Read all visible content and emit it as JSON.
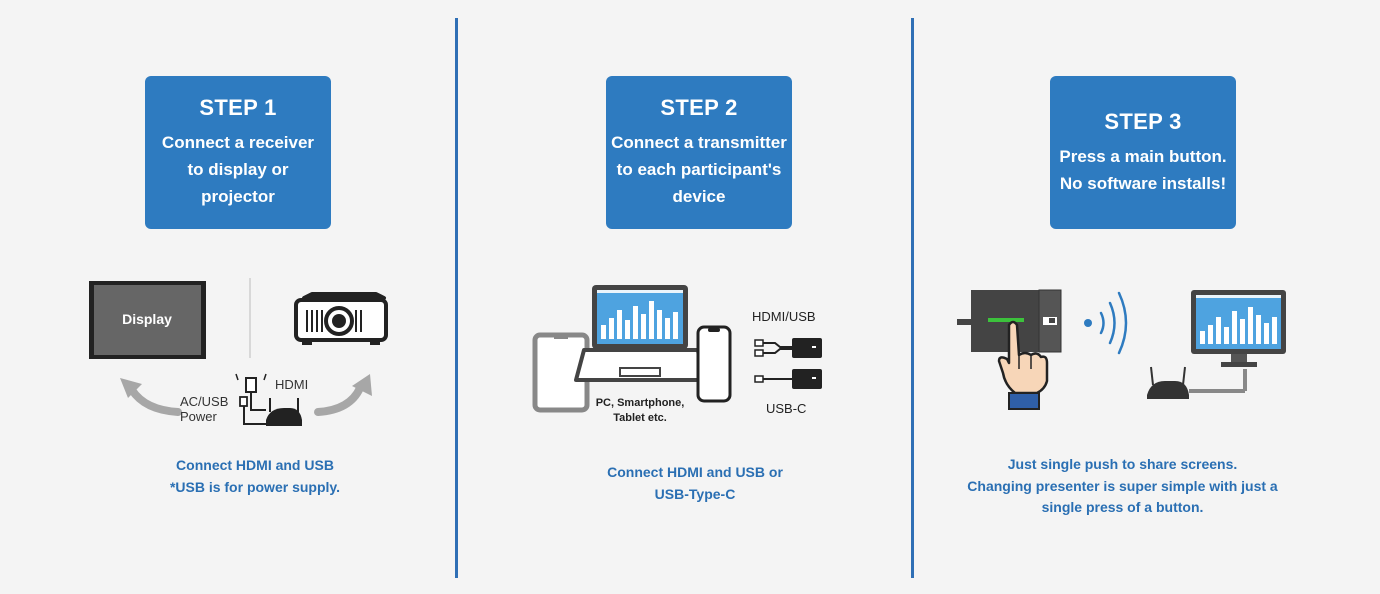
{
  "steps": [
    {
      "title": "STEP 1",
      "desc": "Connect a receiver to display or projector",
      "caption_lines": [
        "Connect HDMI and USB",
        "*USB is for power supply."
      ],
      "labels": {
        "display": "Display",
        "power": "AC/USB\nPower",
        "power_line1": "AC/USB",
        "power_line2": "Power",
        "hdmi": "HDMI"
      }
    },
    {
      "title": "STEP 2",
      "desc": "Connect a transmitter to each participant's device",
      "caption_lines": [
        "Connect HDMI and USB or",
        "USB-Type-C"
      ],
      "labels": {
        "devices_line1": "PC, Smartphone,",
        "devices_line2": "Tablet etc.",
        "hdmi_usb": "HDMI/USB",
        "usbc": "USB-C"
      }
    },
    {
      "title": "STEP 3",
      "desc": "Press a main button. No software installs!",
      "caption_lines": [
        "Just single push to share screens.",
        "Changing presenter is super simple with just a",
        "single press of a button."
      ]
    }
  ],
  "colors": {
    "accent": "#2e7bc0",
    "caption": "#2a6fb3",
    "background": "#f4f4f4"
  }
}
